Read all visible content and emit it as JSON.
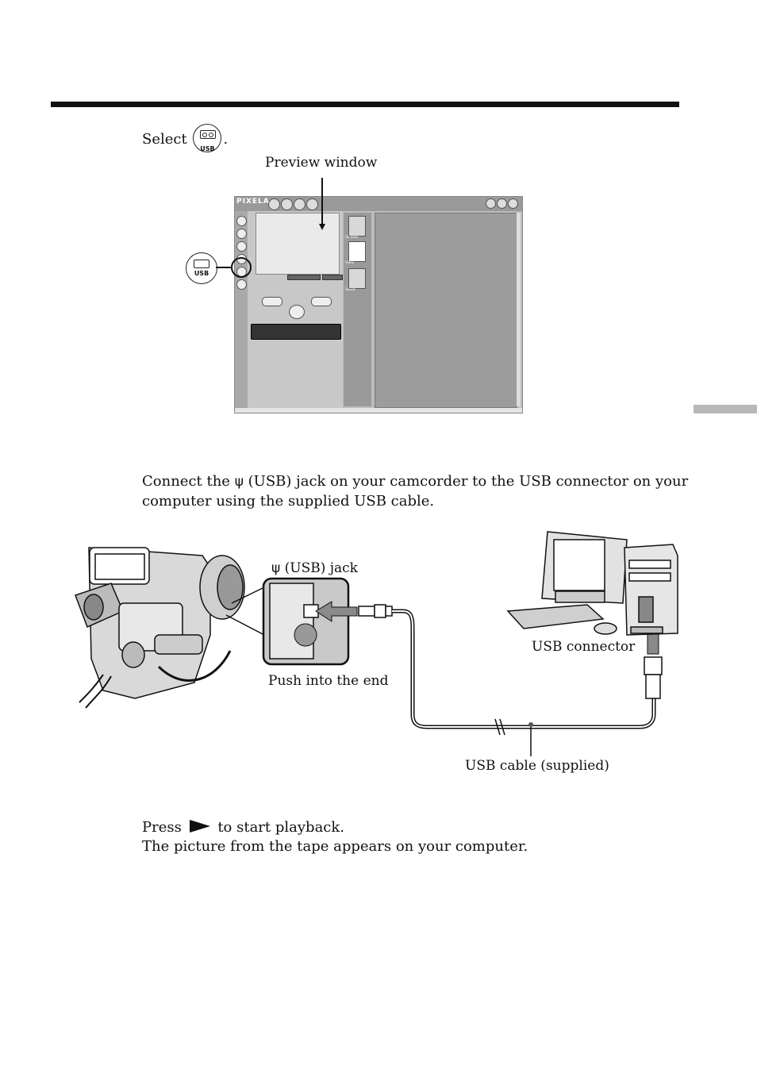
{
  "step1": {
    "before": "Select",
    "after": ".",
    "icon_text": "USB"
  },
  "callouts": {
    "preview_window": "Preview window"
  },
  "app": {
    "logo_text": "PIXELA",
    "badge_text": "USB",
    "panel_items": [
      "Un-Shot",
      "Video",
      "Sound"
    ]
  },
  "step2": {
    "line1_before": "Connect the",
    "usb_symbol": "ψ",
    "line1_after": "(USB) jack on your camcorder to the USB connector on your",
    "line2": "computer using the supplied USB cable."
  },
  "diagram": {
    "usb_jack_label": "(USB) jack",
    "usb_symbol": "ψ",
    "push_label": "Push into the end",
    "usb_connector_label": "USB connector",
    "cable_label": "USB cable (supplied)"
  },
  "step3": {
    "line1_before": "Press",
    "line1_after": "to start playback.",
    "line2": "The picture from the tape appears on your computer."
  }
}
